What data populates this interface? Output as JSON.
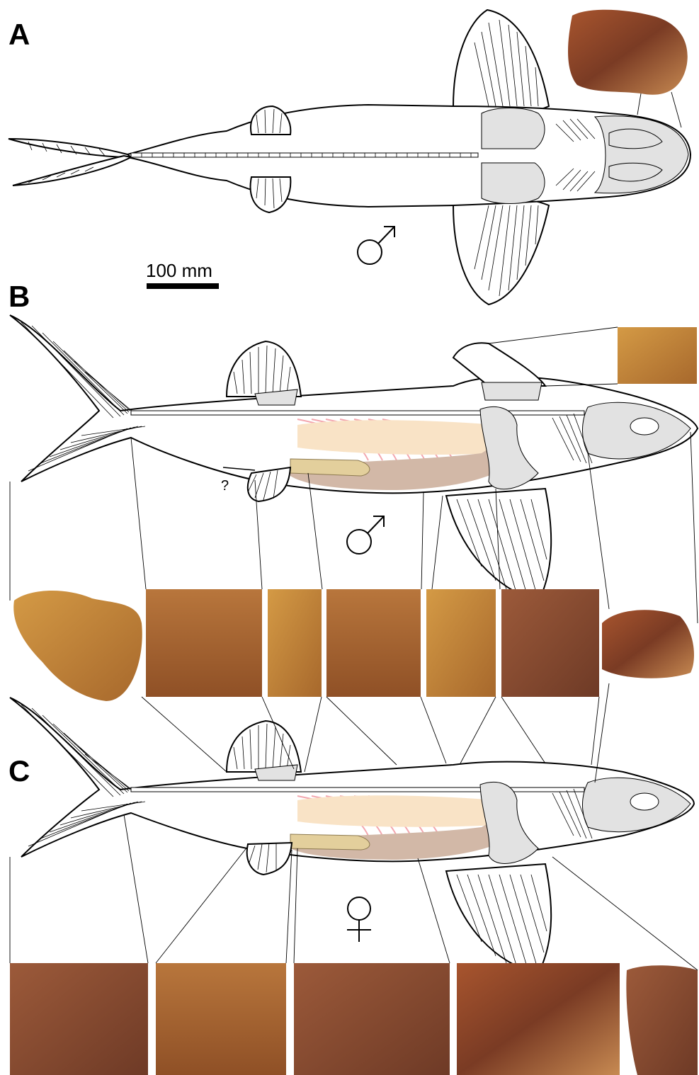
{
  "panels": [
    {
      "letter": "A",
      "sex": "male"
    },
    {
      "letter": "B",
      "sex": "male"
    },
    {
      "letter": "C",
      "sex": "female"
    }
  ],
  "scale_bar": {
    "label": "100 mm"
  },
  "uncertain_marker": "?",
  "colors": {
    "bone": "#e2e2e2",
    "gill_arch_pink": "#f3a6ae",
    "stomach_cream": "#f9e3c6",
    "intestine_brown": "#d2b8a7",
    "clasper_tan": "#e3cf9c",
    "fossil_rock_dark": "#8a4a2e",
    "fossil_rock_light": "#c99a4a"
  },
  "icons": [
    "male-symbol-icon",
    "female-symbol-icon"
  ]
}
